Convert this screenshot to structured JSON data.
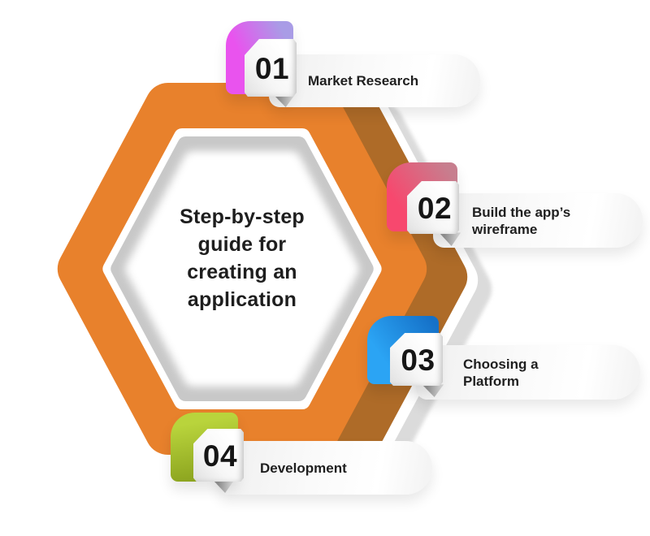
{
  "title": {
    "text": "Step-by-step guide for creating an application",
    "lines": [
      "Step-by-step",
      "guide for",
      "creating an",
      "application"
    ]
  },
  "steps": [
    {
      "number": "01",
      "label": "Market Research",
      "gradient_from": "#E953EE",
      "gradient_to": "#A99CE6"
    },
    {
      "number": "02",
      "label": "Build the app’s wireframe",
      "gradient_from": "#F7486E",
      "gradient_to": "#C77E8E"
    },
    {
      "number": "03",
      "label": "Choosing a Platform",
      "gradient_from": "#2BA4F4",
      "gradient_to": "#1571C8"
    },
    {
      "number": "04",
      "label": "Development",
      "gradient_from": "#B9D43C",
      "gradient_to": "#8CA41F"
    }
  ],
  "hexagon": {
    "ring_color": "#E8812C",
    "ring_shade_color": "#AE6B28",
    "drop_shadow_color": "#DBDBDB",
    "inner_band_color": "#C8C8C8",
    "center_fill": "#FFFFFF"
  },
  "text_color": "#1E1E1E"
}
